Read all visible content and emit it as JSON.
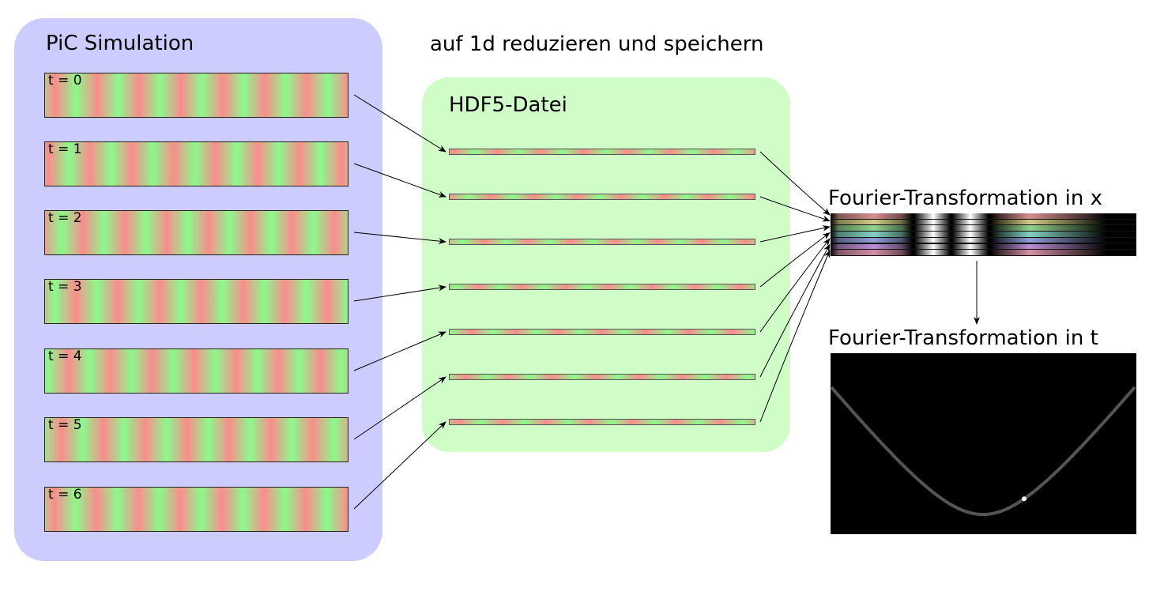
{
  "pic": {
    "title": "PiC Simulation",
    "frames": [
      {
        "label": "t = 0",
        "t": 0
      },
      {
        "label": "t = 1",
        "t": 1
      },
      {
        "label": "t = 2",
        "t": 2
      },
      {
        "label": "t = 3",
        "t": 3
      },
      {
        "label": "t = 4",
        "t": 4
      },
      {
        "label": "t = 5",
        "t": 5
      },
      {
        "label": "t = 6",
        "t": 6
      }
    ]
  },
  "reduce_step": {
    "label": "auf 1d reduzieren und speichern"
  },
  "hdf5": {
    "title": "HDF5-Datei",
    "strip_count": 7
  },
  "fourier_x": {
    "title": "Fourier-Transformation in x",
    "row_colors": [
      "#d48e8e",
      "#d4cc88",
      "#92d28e",
      "#84d0c2",
      "#8e9ed4",
      "#bc8ed4",
      "#d48ea8"
    ]
  },
  "fourier_t": {
    "title": "Fourier-Transformation in t"
  },
  "colors": {
    "pic_panel": "#ccccff",
    "hdf5_panel": "#d0fcc8",
    "wave_red": "#fa8c8c",
    "wave_green": "#8cfa8c",
    "curve": "#555555",
    "marker": "#ffffff"
  }
}
